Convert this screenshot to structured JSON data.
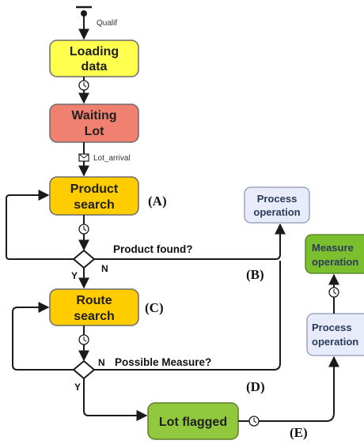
{
  "colors": {
    "loading": "#ffff4d",
    "waiting": "#f08070",
    "search": "#ffcc00",
    "flagged": "#92c83e",
    "measure": "#7bbf2e",
    "process": "#e8ecfa"
  },
  "events": {
    "start": "Qualif",
    "arrival": "Lot_arrival"
  },
  "nodes": {
    "loading_data": [
      "Loading",
      "data"
    ],
    "waiting_lot": [
      "Waiting",
      "Lot"
    ],
    "product_search": [
      "Product",
      "search"
    ],
    "route_search": [
      "Route",
      "search"
    ],
    "process_operation_top": [
      "Process",
      "operation"
    ],
    "process_operation_right": [
      "Process",
      "operation"
    ],
    "measure_operation": [
      "Measure",
      "operation"
    ],
    "lot_flagged": "Lot flagged"
  },
  "conditions": {
    "product_found": "Product found?",
    "possible_measure": "Possible Measure?"
  },
  "branches": {
    "yes": "Y",
    "no": "N"
  },
  "markers": {
    "a": "(A)",
    "b": "(B)",
    "c": "(C)",
    "d": "(D)",
    "e": "(E)"
  },
  "icons": [
    "clock-icon",
    "envelope-icon",
    "diamond-choice-icon"
  ]
}
